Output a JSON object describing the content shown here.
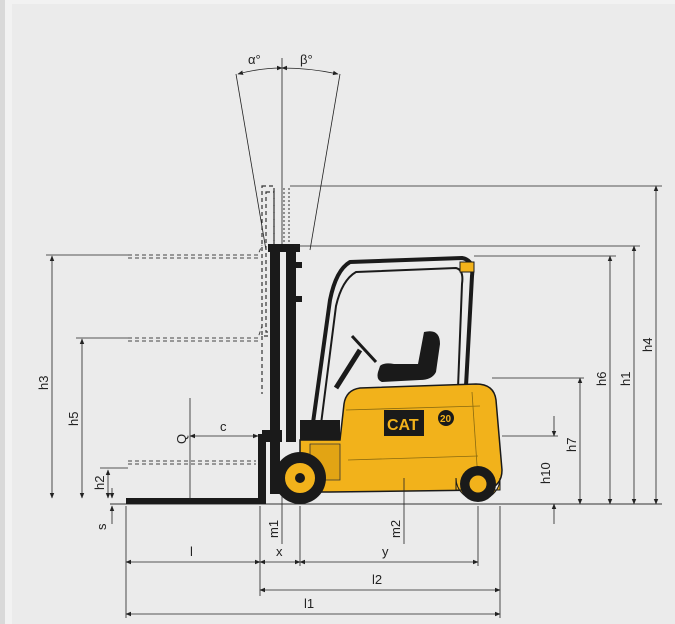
{
  "labels": {
    "alpha": "α°",
    "beta": "β°",
    "h1": "h1",
    "h2": "h2",
    "h3": "h3",
    "h4": "h4",
    "h5": "h5",
    "h6": "h6",
    "h7": "h7",
    "h10": "h10",
    "Q": "Q",
    "c": "c",
    "s": "s",
    "m1": "m1",
    "m2": "m2",
    "l": "l",
    "x": "x",
    "y": "y",
    "l1": "l1",
    "l2": "l2"
  },
  "brand": {
    "logo_text": "CAT",
    "model_badge": "20",
    "body_color": "#f2b21b",
    "dark_color": "#1a1a1a"
  }
}
